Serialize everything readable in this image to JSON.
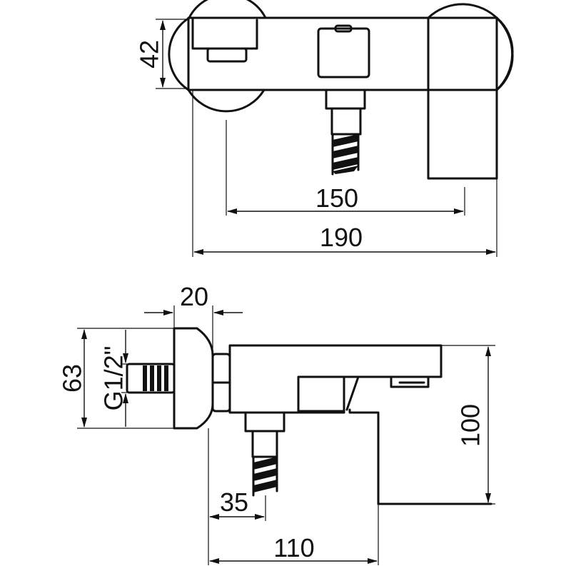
{
  "dimensions": {
    "top_height": "42",
    "inner_span": "150",
    "overall_width": "190",
    "flange_depth": "20",
    "flange_diameter": "63",
    "thread": "G1/2\"",
    "overall_height": "100",
    "outlet_offset": "35",
    "projection": "110"
  },
  "colors": {
    "line": "#111111",
    "background": "#ffffff"
  }
}
